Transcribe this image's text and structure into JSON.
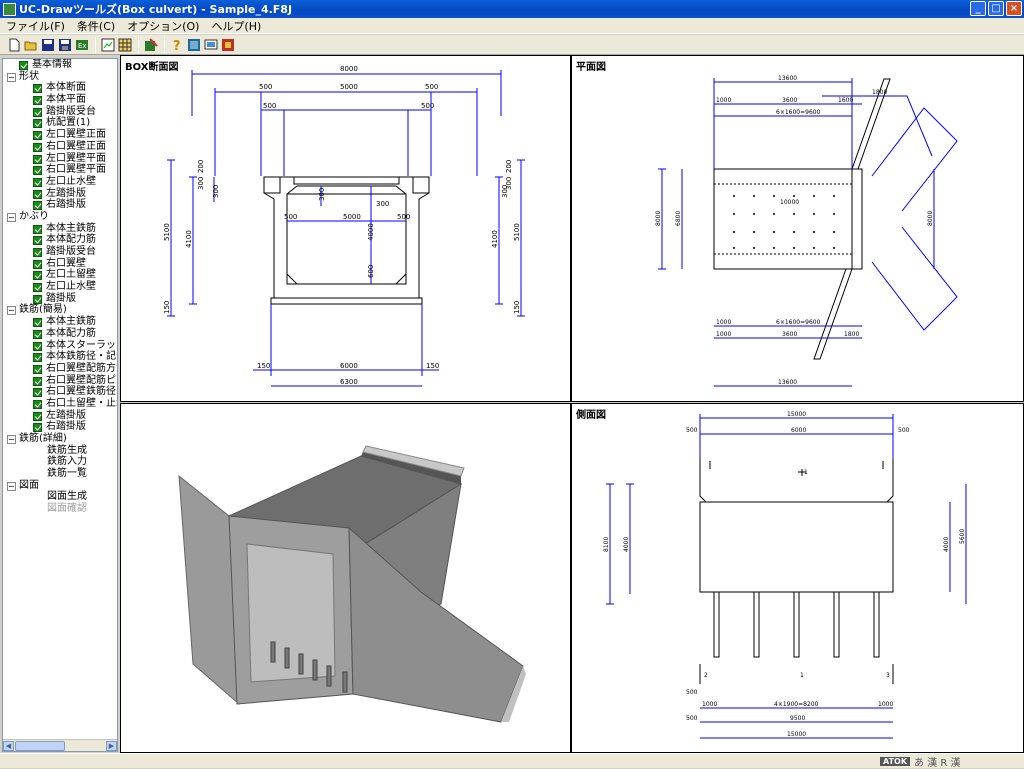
{
  "window": {
    "title": "UC-Drawツールズ(Box culvert) - Sample_4.F8J",
    "minimize": "_",
    "maximize": "□",
    "close": "×"
  },
  "menu": [
    "ファイル(F)",
    "条件(C)",
    "オプション(O)",
    "ヘルプ(H)"
  ],
  "toolbar_icons": [
    "new-file-icon",
    "open-folder-icon",
    "save-icon",
    "save-as-icon",
    "export-icon",
    "drawing-icon",
    "table-icon",
    "settings-icon",
    "help-icon",
    "grid-icon",
    "screen-icon",
    "exit-icon"
  ],
  "tree": {
    "items": [
      {
        "label": "基本情報",
        "level": 0,
        "check": true
      },
      {
        "label": "形状",
        "level": 0,
        "expander": "−"
      },
      {
        "label": "本体断面",
        "level": 1,
        "check": true
      },
      {
        "label": "本体平面",
        "level": 1,
        "check": true
      },
      {
        "label": "踏掛版受台",
        "level": 1,
        "check": true
      },
      {
        "label": "杭配置(1)",
        "level": 1,
        "check": true
      },
      {
        "label": "左口翼壁正面",
        "level": 1,
        "check": true
      },
      {
        "label": "右口翼壁正面",
        "level": 1,
        "check": true
      },
      {
        "label": "左口翼壁平面",
        "level": 1,
        "check": true
      },
      {
        "label": "右口翼壁平面",
        "level": 1,
        "check": true
      },
      {
        "label": "左口止水壁",
        "level": 1,
        "check": true
      },
      {
        "label": "左踏掛版",
        "level": 1,
        "check": true
      },
      {
        "label": "右踏掛版",
        "level": 1,
        "check": true
      },
      {
        "label": "かぶり",
        "level": 0,
        "expander": "−"
      },
      {
        "label": "本体主鉄筋",
        "level": 1,
        "check": true
      },
      {
        "label": "本体配力筋",
        "level": 1,
        "check": true
      },
      {
        "label": "踏掛版受台",
        "level": 1,
        "check": true
      },
      {
        "label": "右口翼壁",
        "level": 1,
        "check": true
      },
      {
        "label": "左口土留壁",
        "level": 1,
        "check": true
      },
      {
        "label": "左口止水壁",
        "level": 1,
        "check": true
      },
      {
        "label": "踏掛版",
        "level": 1,
        "check": true
      },
      {
        "label": "鉄筋(簡易)",
        "level": 0,
        "expander": "−"
      },
      {
        "label": "本体主鉄筋",
        "level": 1,
        "check": true
      },
      {
        "label": "本体配力筋",
        "level": 1,
        "check": true
      },
      {
        "label": "本体スターラップ",
        "level": 1,
        "check": true
      },
      {
        "label": "本体鉄筋径・記号",
        "level": 1,
        "check": true
      },
      {
        "label": "右口翼壁配筋方法",
        "level": 1,
        "check": true
      },
      {
        "label": "右口翼壁配筋ピッチ",
        "level": 1,
        "check": true
      },
      {
        "label": "右口翼壁鉄筋径・記",
        "level": 1,
        "check": true
      },
      {
        "label": "右口土留壁・止水壁",
        "level": 1,
        "check": true
      },
      {
        "label": "左踏掛版",
        "level": 1,
        "check": true
      },
      {
        "label": "右踏掛版",
        "level": 1,
        "check": true
      },
      {
        "label": "鉄筋(詳細)",
        "level": 0,
        "expander": "−"
      },
      {
        "label": "鉄筋生成",
        "level": 1
      },
      {
        "label": "鉄筋入力",
        "level": 1
      },
      {
        "label": "鉄筋一覧",
        "level": 1
      },
      {
        "label": "図面",
        "level": 0,
        "expander": "−"
      },
      {
        "label": "図面生成",
        "level": 1
      },
      {
        "label": "図面確認",
        "level": 1,
        "disabled": true
      }
    ]
  },
  "views": {
    "box_section": {
      "title": "BOX断面図",
      "dims": {
        "top_total": "8000",
        "top_inner": "5000",
        "left_500": "500",
        "right_500": "500",
        "left_500b": "500",
        "right_500b": "500",
        "d200a": "200",
        "d300a": "300",
        "d200b": "200",
        "d300b": "300",
        "d300c": "300",
        "d300d": "300",
        "haunch_l": "300",
        "haunch_r": "300",
        "inner_span": "5000",
        "d500l": "500",
        "d500r": "500",
        "h4000": "4000",
        "h600": "600",
        "h4100l": "4100",
        "h4100r": "4100",
        "h5100l": "5100",
        "h5100r": "5100",
        "h150l": "150",
        "h150r": "150",
        "b150l": "150",
        "b150r": "150",
        "b6000": "6000",
        "b6300": "6300"
      }
    },
    "plan": {
      "title": "平面図",
      "dims": {
        "top": "13600",
        "left1": "1000",
        "left2": "1000",
        "mid_top": "3600",
        "mid_pitch": "6×1600=9600",
        "mid_bot": "6×1600=9600",
        "r1": "1600",
        "r2": "1800",
        "bot_total": "13600",
        "inner": "10000",
        "h1": "8000",
        "h2": "6800",
        "rh": "8000",
        "b_l": "1000",
        "b_mid": "3600",
        "b_r": "1800"
      }
    },
    "side": {
      "title": "側面図",
      "dims": {
        "top_total": "15000",
        "inner": "6000",
        "l500": "500",
        "r500": "500",
        "h_total": "8100",
        "h4000": "4000",
        "h5600": "5600",
        "h_r4000": "4000",
        "pile_spacing": "4×1900=8200",
        "b_l": "1000",
        "b_r": "1000",
        "b_mid": "9500",
        "b_total": "15000",
        "b500": "500",
        "s500": "500",
        "lbl1": "1",
        "lbl2": "2",
        "lbl3": "3",
        "lbl1b": "1"
      }
    },
    "model3d": {
      "title": ""
    }
  },
  "status": {
    "ime_badge": "ATOK",
    "ime_mode": "あ 漢 R 漢"
  },
  "colors": {
    "blue_line": "#0000ff",
    "black_line": "#000000",
    "model_gray": "#8a8a8a"
  }
}
